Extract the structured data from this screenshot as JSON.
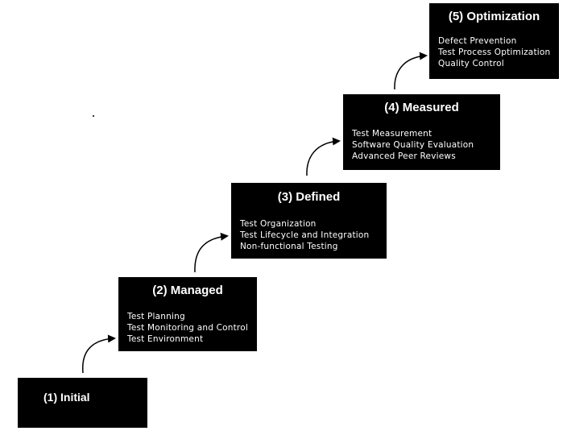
{
  "levels": [
    {
      "title": "(1) Initial",
      "items": []
    },
    {
      "title": "(2) Managed",
      "items": [
        "Test Planning",
        "Test Monitoring and Control",
        "Test Environment"
      ]
    },
    {
      "title": "(3) Defined",
      "items": [
        "Test Organization",
        "Test Lifecycle and Integration",
        "Non-functional Testing"
      ]
    },
    {
      "title": "(4) Measured",
      "items": [
        "Test Measurement",
        "Software Quality Evaluation",
        "Advanced Peer Reviews"
      ]
    },
    {
      "title": "(5) Optimization",
      "items": [
        "Defect Prevention",
        "Test Process Optimization",
        "Quality Control"
      ]
    }
  ],
  "colors": {
    "box_background": "#000000",
    "box_text": "#ffffff",
    "arrow": "#000000",
    "page_background": "#ffffff"
  }
}
